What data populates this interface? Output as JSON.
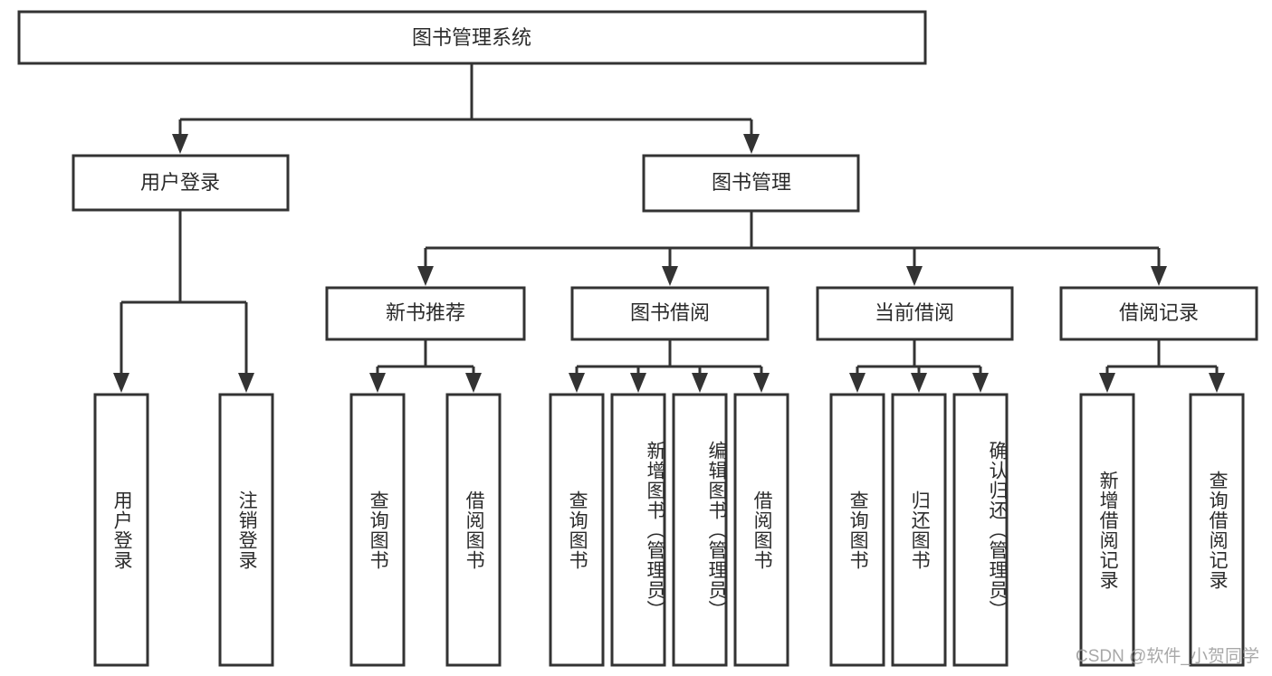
{
  "diagram": {
    "type": "tree",
    "title": "图书管理系统",
    "watermark": "CSDN @软件_小贺同学",
    "colors": {
      "box_stroke": "#333333",
      "box_fill": "#ffffff",
      "text": "#2b2b2b",
      "connector": "#333333",
      "watermark": "#9a9a9a",
      "background": "#ffffff"
    },
    "root": {
      "id": "root",
      "label": "图书管理系统",
      "orientation": "horizontal"
    },
    "level1": [
      {
        "id": "user-login",
        "label": "用户登录",
        "orientation": "horizontal"
      },
      {
        "id": "book-manage",
        "label": "图书管理",
        "orientation": "horizontal"
      }
    ],
    "level2": [
      {
        "id": "new-book-recommend",
        "label": "新书推荐",
        "parent": "book-manage",
        "orientation": "horizontal"
      },
      {
        "id": "book-borrow",
        "label": "图书借阅",
        "parent": "book-manage",
        "orientation": "horizontal"
      },
      {
        "id": "current-borrow",
        "label": "当前借阅",
        "parent": "book-manage",
        "orientation": "horizontal"
      },
      {
        "id": "borrow-record",
        "label": "借阅记录",
        "parent": "book-manage",
        "orientation": "horizontal"
      }
    ],
    "leaves": [
      {
        "id": "leaf-user-login",
        "label": "用户登录",
        "parent": "user-login",
        "orientation": "vertical"
      },
      {
        "id": "leaf-user-logout",
        "label": "注销登录",
        "parent": "user-login",
        "orientation": "vertical"
      },
      {
        "id": "leaf-query-book-1",
        "label": "查询图书",
        "parent": "new-book-recommend",
        "orientation": "vertical"
      },
      {
        "id": "leaf-borrow-book-1",
        "label": "借阅图书",
        "parent": "new-book-recommend",
        "orientation": "vertical"
      },
      {
        "id": "leaf-query-book-2",
        "label": "查询图书",
        "parent": "book-borrow",
        "orientation": "vertical"
      },
      {
        "id": "leaf-add-book",
        "label": "新增图书（管理员）",
        "parent": "book-borrow",
        "orientation": "vertical"
      },
      {
        "id": "leaf-edit-book",
        "label": "编辑图书（管理员）",
        "parent": "book-borrow",
        "orientation": "vertical"
      },
      {
        "id": "leaf-borrow-book-2",
        "label": "借阅图书",
        "parent": "book-borrow",
        "orientation": "vertical"
      },
      {
        "id": "leaf-query-book-3",
        "label": "查询图书",
        "parent": "current-borrow",
        "orientation": "vertical"
      },
      {
        "id": "leaf-return-book",
        "label": "归还图书",
        "parent": "current-borrow",
        "orientation": "vertical"
      },
      {
        "id": "leaf-confirm-return",
        "label": "确认归还（管理员）",
        "parent": "current-borrow",
        "orientation": "vertical"
      },
      {
        "id": "leaf-add-record",
        "label": "新增借阅记录",
        "parent": "borrow-record",
        "orientation": "vertical"
      },
      {
        "id": "leaf-query-record",
        "label": "查询借阅记录",
        "parent": "borrow-record",
        "orientation": "vertical"
      }
    ]
  }
}
